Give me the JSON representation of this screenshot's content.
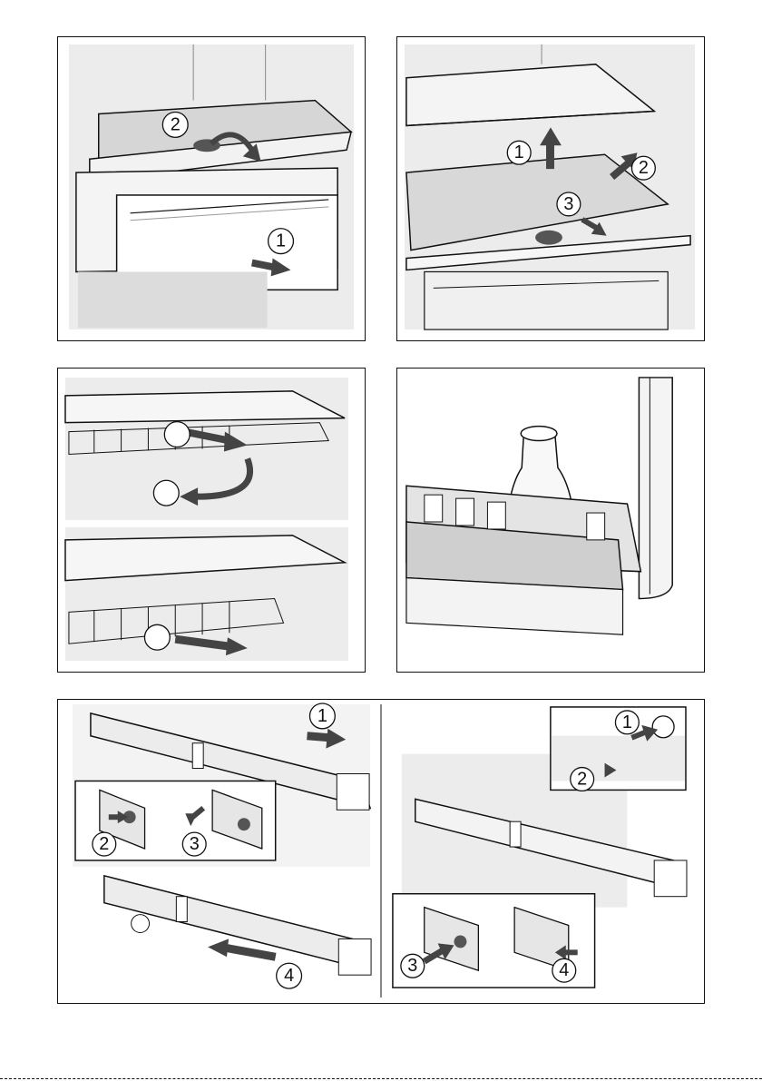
{
  "colors": {
    "background": "#ffffff",
    "frame": "#111111",
    "light_grey": "#e9e9e9",
    "mid_grey": "#cfcfcf",
    "dark_grey": "#555555",
    "arrow": "#444444"
  },
  "panels": {
    "drawer_shelf": {
      "step1": "1",
      "step2": "2"
    },
    "glass_shelf": {
      "step1": "1",
      "step2": "2",
      "step3": "3"
    },
    "rack": {},
    "bottle_door": {},
    "rail_left": {
      "step1": "1",
      "step2": "2",
      "step3": "3",
      "step4": "4"
    },
    "rail_right": {
      "step1": "1",
      "step2": "2",
      "step3": "3",
      "step4": "4"
    }
  }
}
